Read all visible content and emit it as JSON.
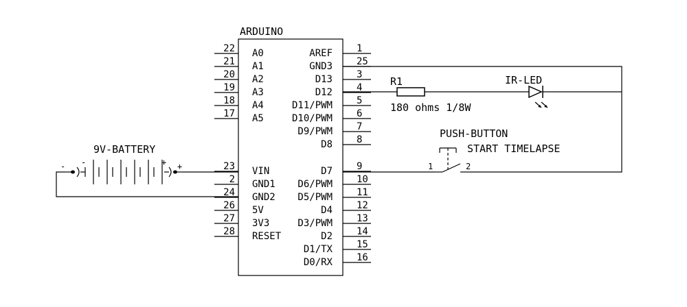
{
  "arduino": {
    "title": "ARDUINO",
    "left_pins": [
      {
        "num": "22",
        "label": "A0"
      },
      {
        "num": "21",
        "label": "A1"
      },
      {
        "num": "20",
        "label": "A2"
      },
      {
        "num": "19",
        "label": "A3"
      },
      {
        "num": "18",
        "label": "A4"
      },
      {
        "num": "17",
        "label": "A5"
      },
      {
        "num": "23",
        "label": "VIN"
      },
      {
        "num": "2",
        "label": "GND1"
      },
      {
        "num": "24",
        "label": "GND2"
      },
      {
        "num": "26",
        "label": "5V"
      },
      {
        "num": "27",
        "label": "3V3"
      },
      {
        "num": "28",
        "label": "RESET"
      }
    ],
    "right_pins": [
      {
        "num": "1",
        "label": "AREF"
      },
      {
        "num": "25",
        "label": "GND3"
      },
      {
        "num": "3",
        "label": "D13"
      },
      {
        "num": "4",
        "label": "D12"
      },
      {
        "num": "5",
        "label": "D11/PWM"
      },
      {
        "num": "6",
        "label": "D10/PWM"
      },
      {
        "num": "7",
        "label": "D9/PWM"
      },
      {
        "num": "8",
        "label": "D8"
      },
      {
        "num": "9",
        "label": "D7"
      },
      {
        "num": "10",
        "label": "D6/PWM"
      },
      {
        "num": "11",
        "label": "D5/PWM"
      },
      {
        "num": "12",
        "label": "D4"
      },
      {
        "num": "13",
        "label": "D3/PWM"
      },
      {
        "num": "14",
        "label": "D2"
      },
      {
        "num": "15",
        "label": "D1/TX"
      },
      {
        "num": "16",
        "label": "D0/RX"
      }
    ]
  },
  "battery": {
    "label": "9V-BATTERY",
    "minus": "-",
    "plus": "+"
  },
  "resistor": {
    "name": "R1",
    "value": "180 ohms 1/8W"
  },
  "led": {
    "label": "IR-LED"
  },
  "button": {
    "name": "PUSH-BUTTON",
    "label": "START TIMELAPSE",
    "pin1": "1",
    "pin2": "2"
  }
}
